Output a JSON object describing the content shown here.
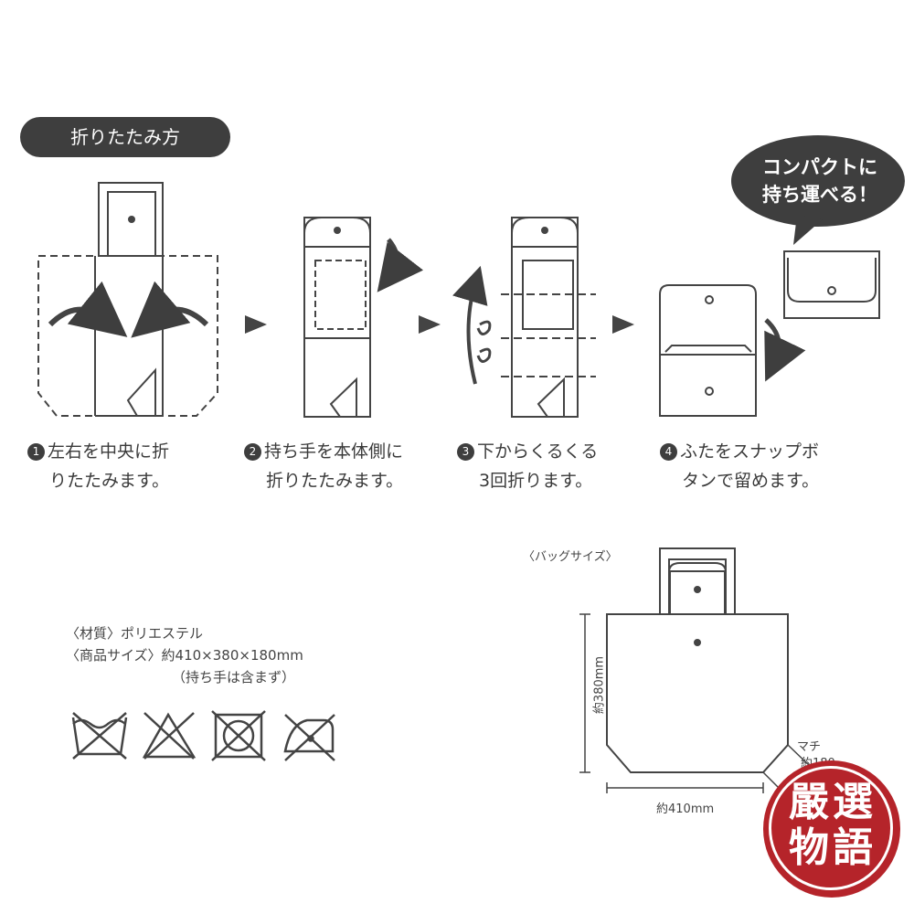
{
  "header": {
    "title": "折りたたみ方"
  },
  "bubble": {
    "line1": "コンパクトに",
    "line2": "持ち運べる！"
  },
  "steps": [
    {
      "num": "1",
      "line1": "左右を中央に折",
      "line2": "りたたみます。"
    },
    {
      "num": "2",
      "line1": "持ち手を本体側に",
      "line2": "折りたたみます。"
    },
    {
      "num": "3",
      "line1": "下からくるくる",
      "line2": "3回折ります。"
    },
    {
      "num": "4",
      "line1": "ふたをスナップボ",
      "line2": "タンで留めます。"
    }
  ],
  "specs": {
    "material": "〈材質〉ポリエステル",
    "size": "〈商品サイズ〉約410×380×180mm",
    "note": "（持ち手は含まず）"
  },
  "bag_size": {
    "label": "〈バッグサイズ〉",
    "height": "約380mm",
    "width": "約410mm",
    "gusset_label": "マチ",
    "gusset_value": "約180",
    "gusset_unit": "mm"
  },
  "seal": {
    "chars": [
      "嚴",
      "選",
      "物",
      "語"
    ]
  },
  "icons": [
    "hand-wash-icon",
    "no-bleach-icon",
    "no-tumble-dry-icon",
    "low-iron-icon"
  ]
}
